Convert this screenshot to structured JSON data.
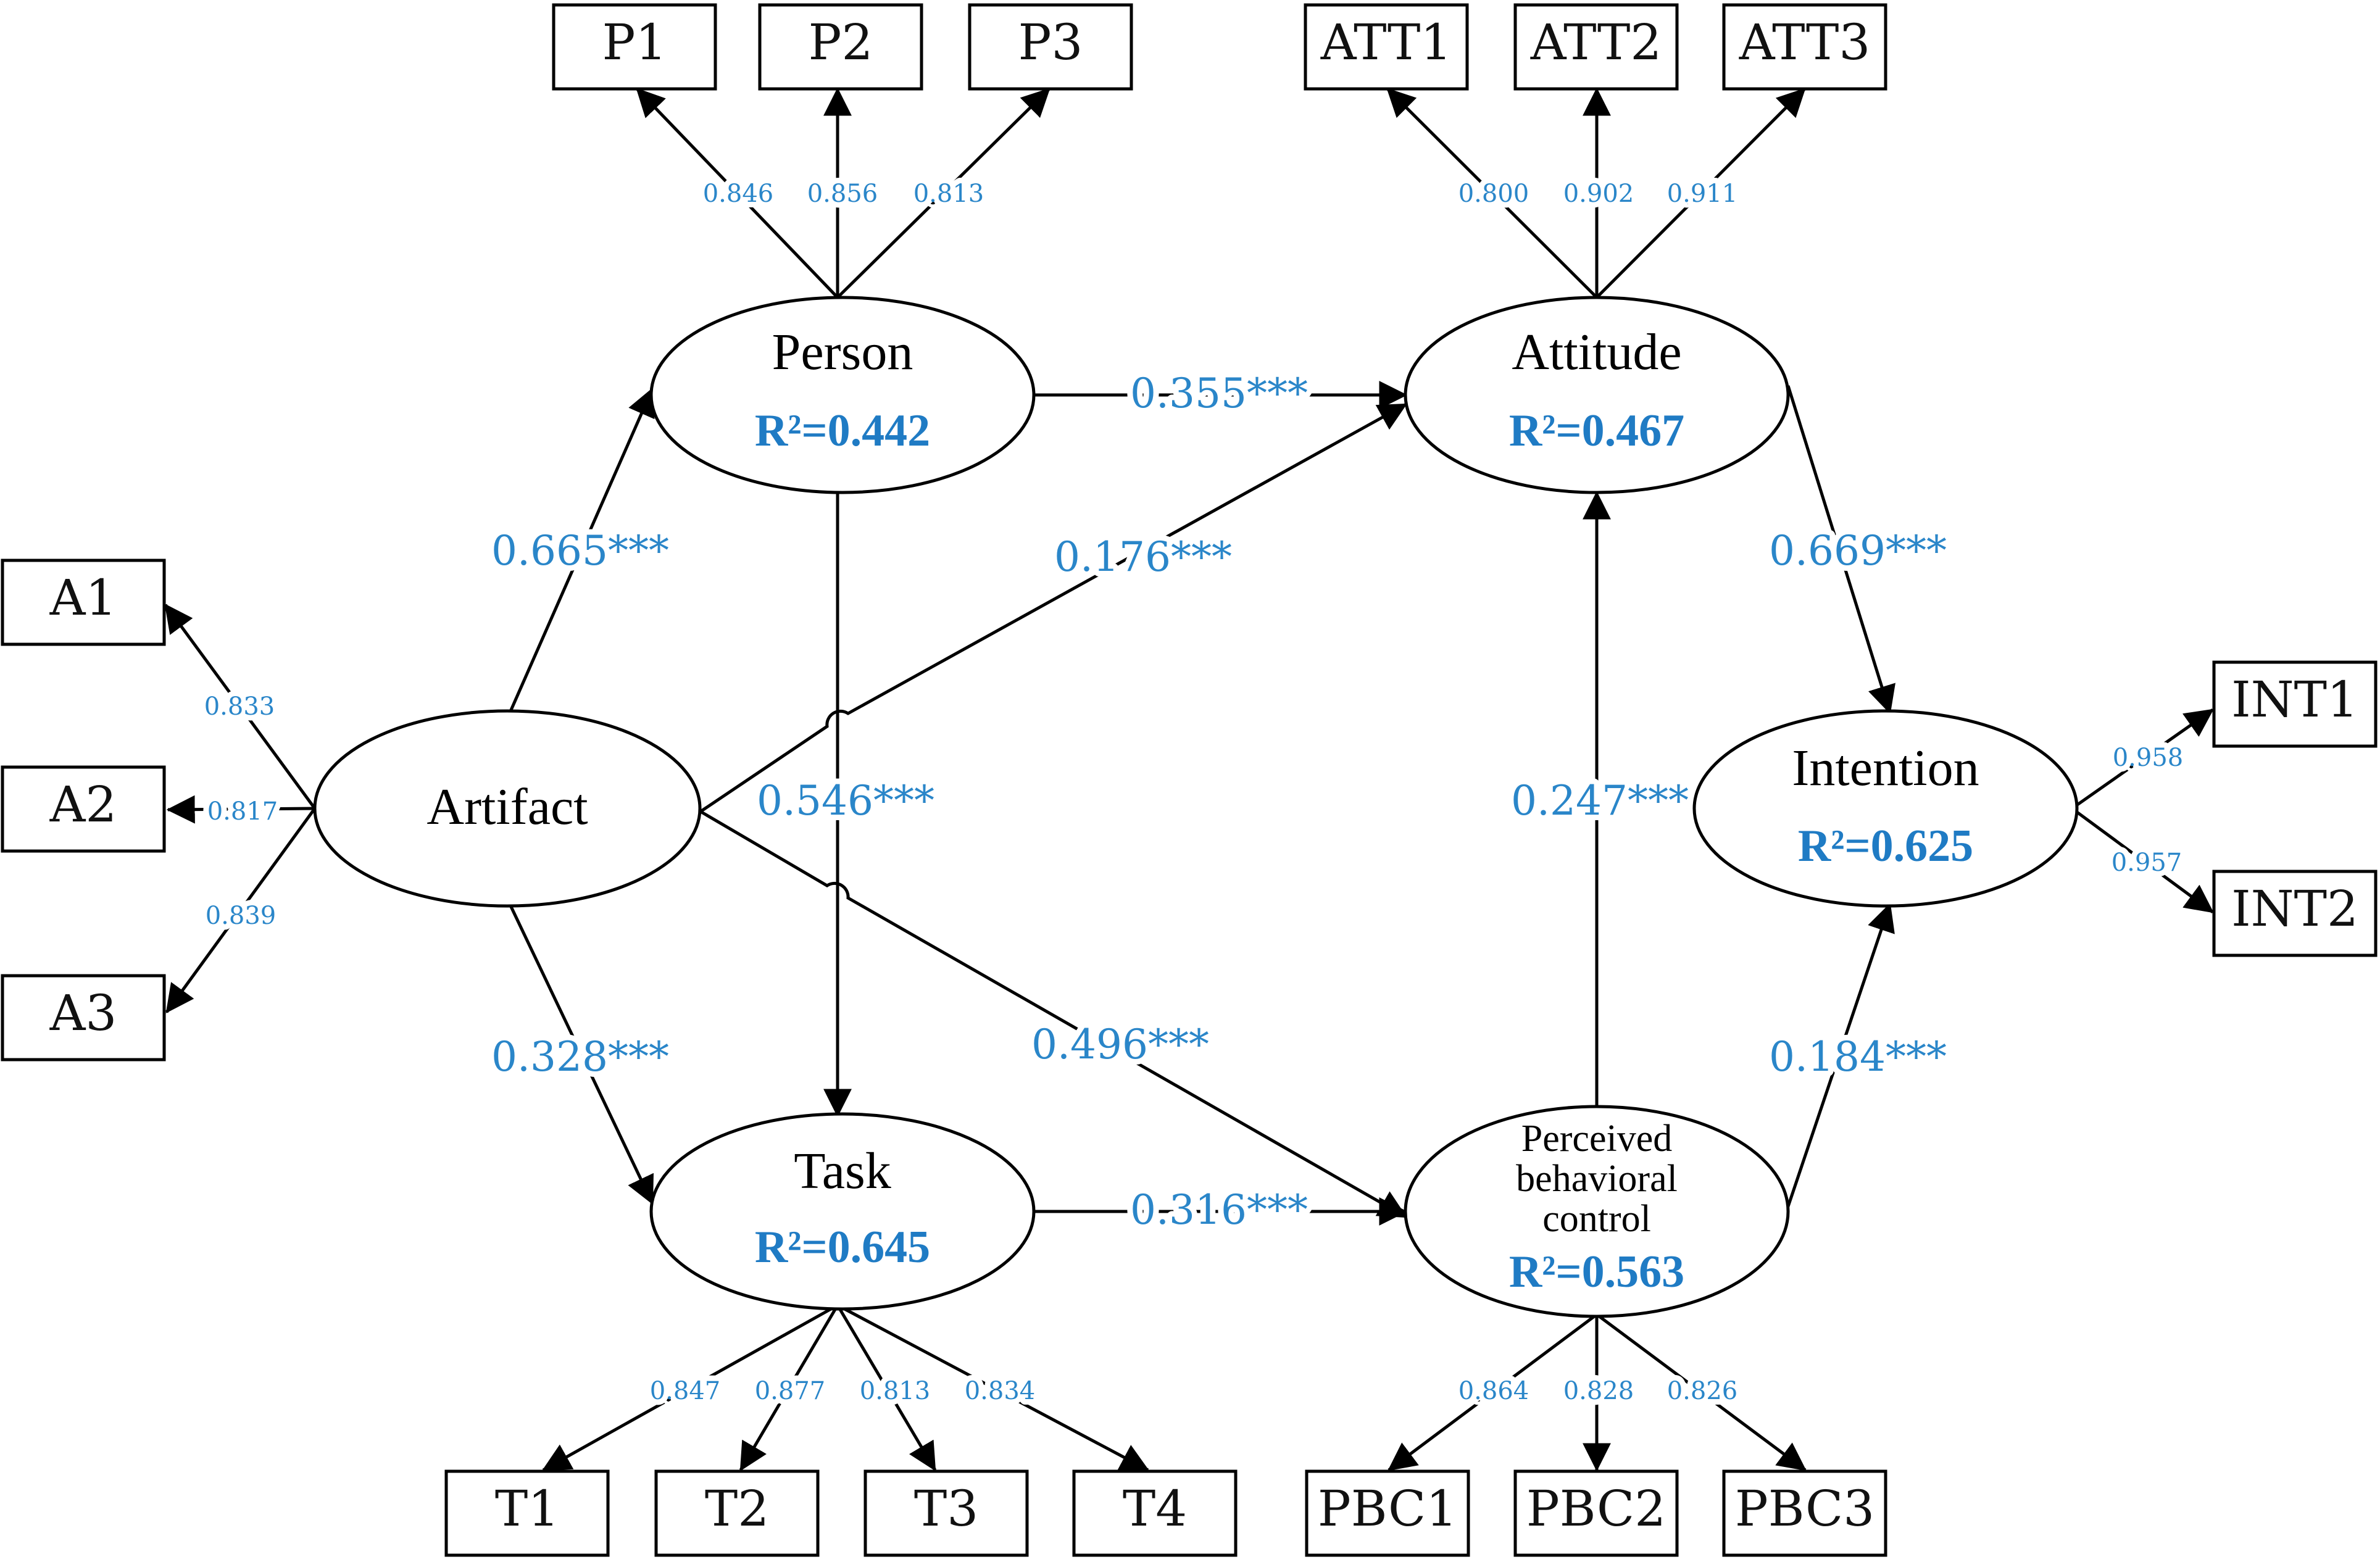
{
  "colors": {
    "accent": "#2a86c9",
    "r2": "#1f7bc4",
    "stroke": "#000000"
  },
  "latents": {
    "person": {
      "name": "Person",
      "r2": "R²=0.442"
    },
    "attitude": {
      "name": "Attitude",
      "r2": "R²=0.467"
    },
    "artifact": {
      "name": "Artifact"
    },
    "intention": {
      "name": "Intention",
      "r2": "R²=0.625"
    },
    "task": {
      "name": "Task",
      "r2": "R²=0.645"
    },
    "pbc": {
      "name_lines": [
        "Perceived",
        "behavioral",
        "control"
      ],
      "r2": "R²=0.563"
    }
  },
  "indicators": {
    "person": [
      "P1",
      "P2",
      "P3"
    ],
    "attitude": [
      "ATT1",
      "ATT2",
      "ATT3"
    ],
    "artifact": [
      "A1",
      "A2",
      "A3"
    ],
    "intention": [
      "INT1",
      "INT2"
    ],
    "task": [
      "T1",
      "T2",
      "T3",
      "T4"
    ],
    "pbc": [
      "PBC1",
      "PBC2",
      "PBC3"
    ]
  },
  "loadings": {
    "person": [
      "0.846",
      "0.856",
      "0.813"
    ],
    "attitude": [
      "0.800",
      "0.902",
      "0.911"
    ],
    "artifact": [
      "0.833",
      "0.817",
      "0.839"
    ],
    "intention": [
      "0.958",
      "0.957"
    ],
    "task": [
      "0.847",
      "0.877",
      "0.813",
      "0.834"
    ],
    "pbc": [
      "0.864",
      "0.828",
      "0.826"
    ]
  },
  "paths": {
    "person_attitude": "0.355***",
    "artifact_person": "0.665***",
    "artifact_attitude": "0.176***",
    "attitude_intention": "0.669***",
    "person_task": "0.546***",
    "pbc_attitude": "0.247***",
    "artifact_task": "0.328***",
    "artifact_pbc": "0.496***",
    "pbc_intention": "0.184***",
    "task_pbc": "0.316***"
  }
}
